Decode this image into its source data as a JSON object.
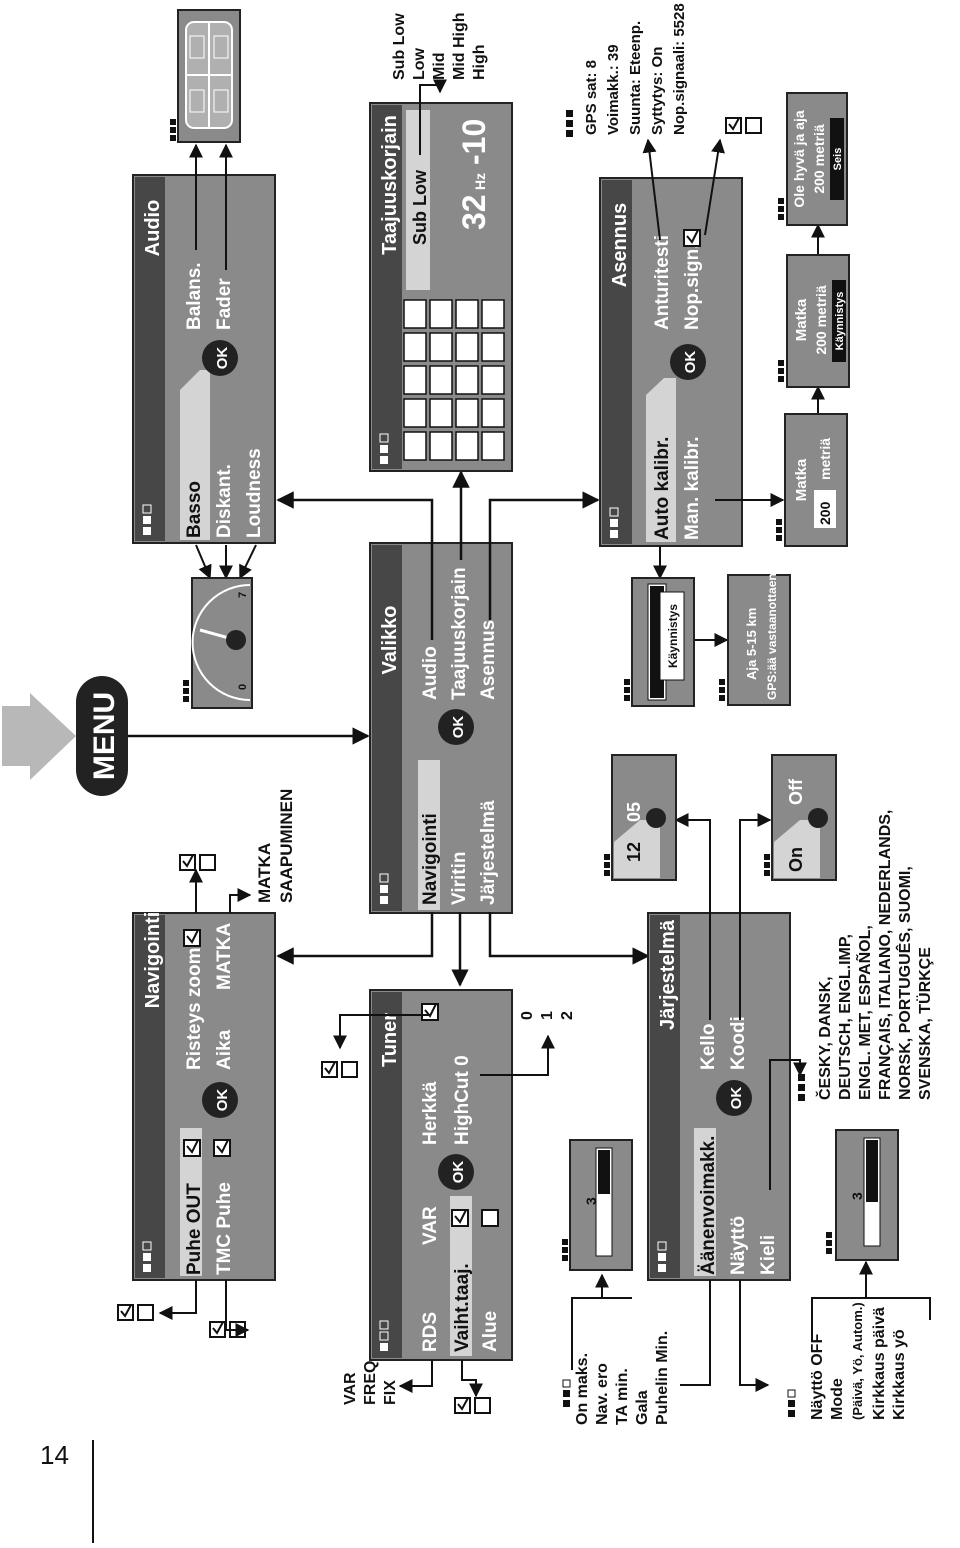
{
  "page_number": "14",
  "menu_label": "MENU",
  "ok_label": "OK",
  "valikko": {
    "title": "Valikko",
    "items": [
      "Navigointi",
      "Viritin",
      "Järjestelmä",
      "Audio",
      "Taajuuskorjain",
      "Asennus"
    ]
  },
  "navigointi": {
    "title": "Navigointi",
    "rows": [
      [
        "Puhe OUT",
        "Risteys zoom"
      ],
      [
        "TMC Puhe",
        "Aika",
        "MATKA"
      ]
    ],
    "matka_options": [
      "MATKA",
      "SAAPUMINEN"
    ]
  },
  "tuner": {
    "title": "Tuner",
    "left": [
      "RDS",
      "Vaiht.taaj.",
      "Alue"
    ],
    "mid": [
      "VAR",
      "Herkkä"
    ],
    "highcut": "HighCut  0",
    "highcut_options": [
      "0",
      "1",
      "2"
    ],
    "rds_options": [
      "VAR",
      "FREQ",
      "FIX"
    ]
  },
  "jarjestelma": {
    "title": "Järjestelmä",
    "left": [
      "Äänenvoimakk.",
      "Näyttö",
      "Kieli"
    ],
    "right": [
      "Kello",
      "Koodi"
    ],
    "volume_options": [
      "On maks.",
      "Nav. ero",
      "TA min.",
      "Gala",
      "Puhelin Min."
    ],
    "volume_level": "3",
    "display_options": [
      "Näyttö OFF",
      "Mode",
      "(Päivä, Yö, Autom.)",
      "Kirkkaus päivä",
      "Kirkkaus yö"
    ],
    "display_level": "3",
    "clock": [
      "12",
      "05"
    ],
    "code": [
      "On",
      "Off"
    ],
    "languages": [
      "ČESKY, DANSK,",
      "DEUTSCH, ENGL.IMP,",
      "ENGL. MET, ESPAÑOL,",
      "FRANÇAIS, ITALIANO, NEDERLANDS,",
      "NORSK, PORTUGUÊS, SUOMI,",
      "SVENSKA, TÜRKÇE"
    ]
  },
  "audio": {
    "title": "Audio",
    "left": [
      "Basso",
      "Diskant.",
      "Loudness"
    ],
    "right": [
      "Balans.",
      "Fader"
    ],
    "gauge_min": "0",
    "gauge_max": "7"
  },
  "eq": {
    "title": "Taajuuskorjain",
    "band": "Sub Low",
    "freq": "32",
    "unit": "Hz",
    "gain": "-10",
    "bands": [
      "Sub Low",
      "Low",
      "Mid",
      "Mid High",
      "High"
    ],
    "bar_count": 5
  },
  "asennus": {
    "title": "Asennus",
    "left": [
      "Auto kalibr.",
      "Man. kalibr."
    ],
    "right": [
      "Anturitesti",
      "Nop.sign."
    ],
    "status": [
      "GPS sat:  8",
      "Voimakk.:  39",
      "Suunta:  Eteenp.",
      "Syttytys:  On",
      "Nop.signaali:  5528"
    ],
    "start_label": "Käynnistys",
    "gps_note": [
      "Aja 5-15 km",
      "GPS:ää vastaanottaen"
    ],
    "steps": [
      {
        "title": "Matka",
        "value": "200",
        "unit": "metriä"
      },
      {
        "title": "Matka",
        "value": "200 metriä",
        "button": "Käynnistys"
      },
      {
        "title": "Ole hyvä ja aja",
        "value": "200 metriä",
        "button": "Seis"
      }
    ]
  },
  "colors": {
    "panel": "#8a8a8a",
    "dark": "#404040",
    "light": "#d4d4d4",
    "arrow_menu": "#b8b8b8"
  }
}
